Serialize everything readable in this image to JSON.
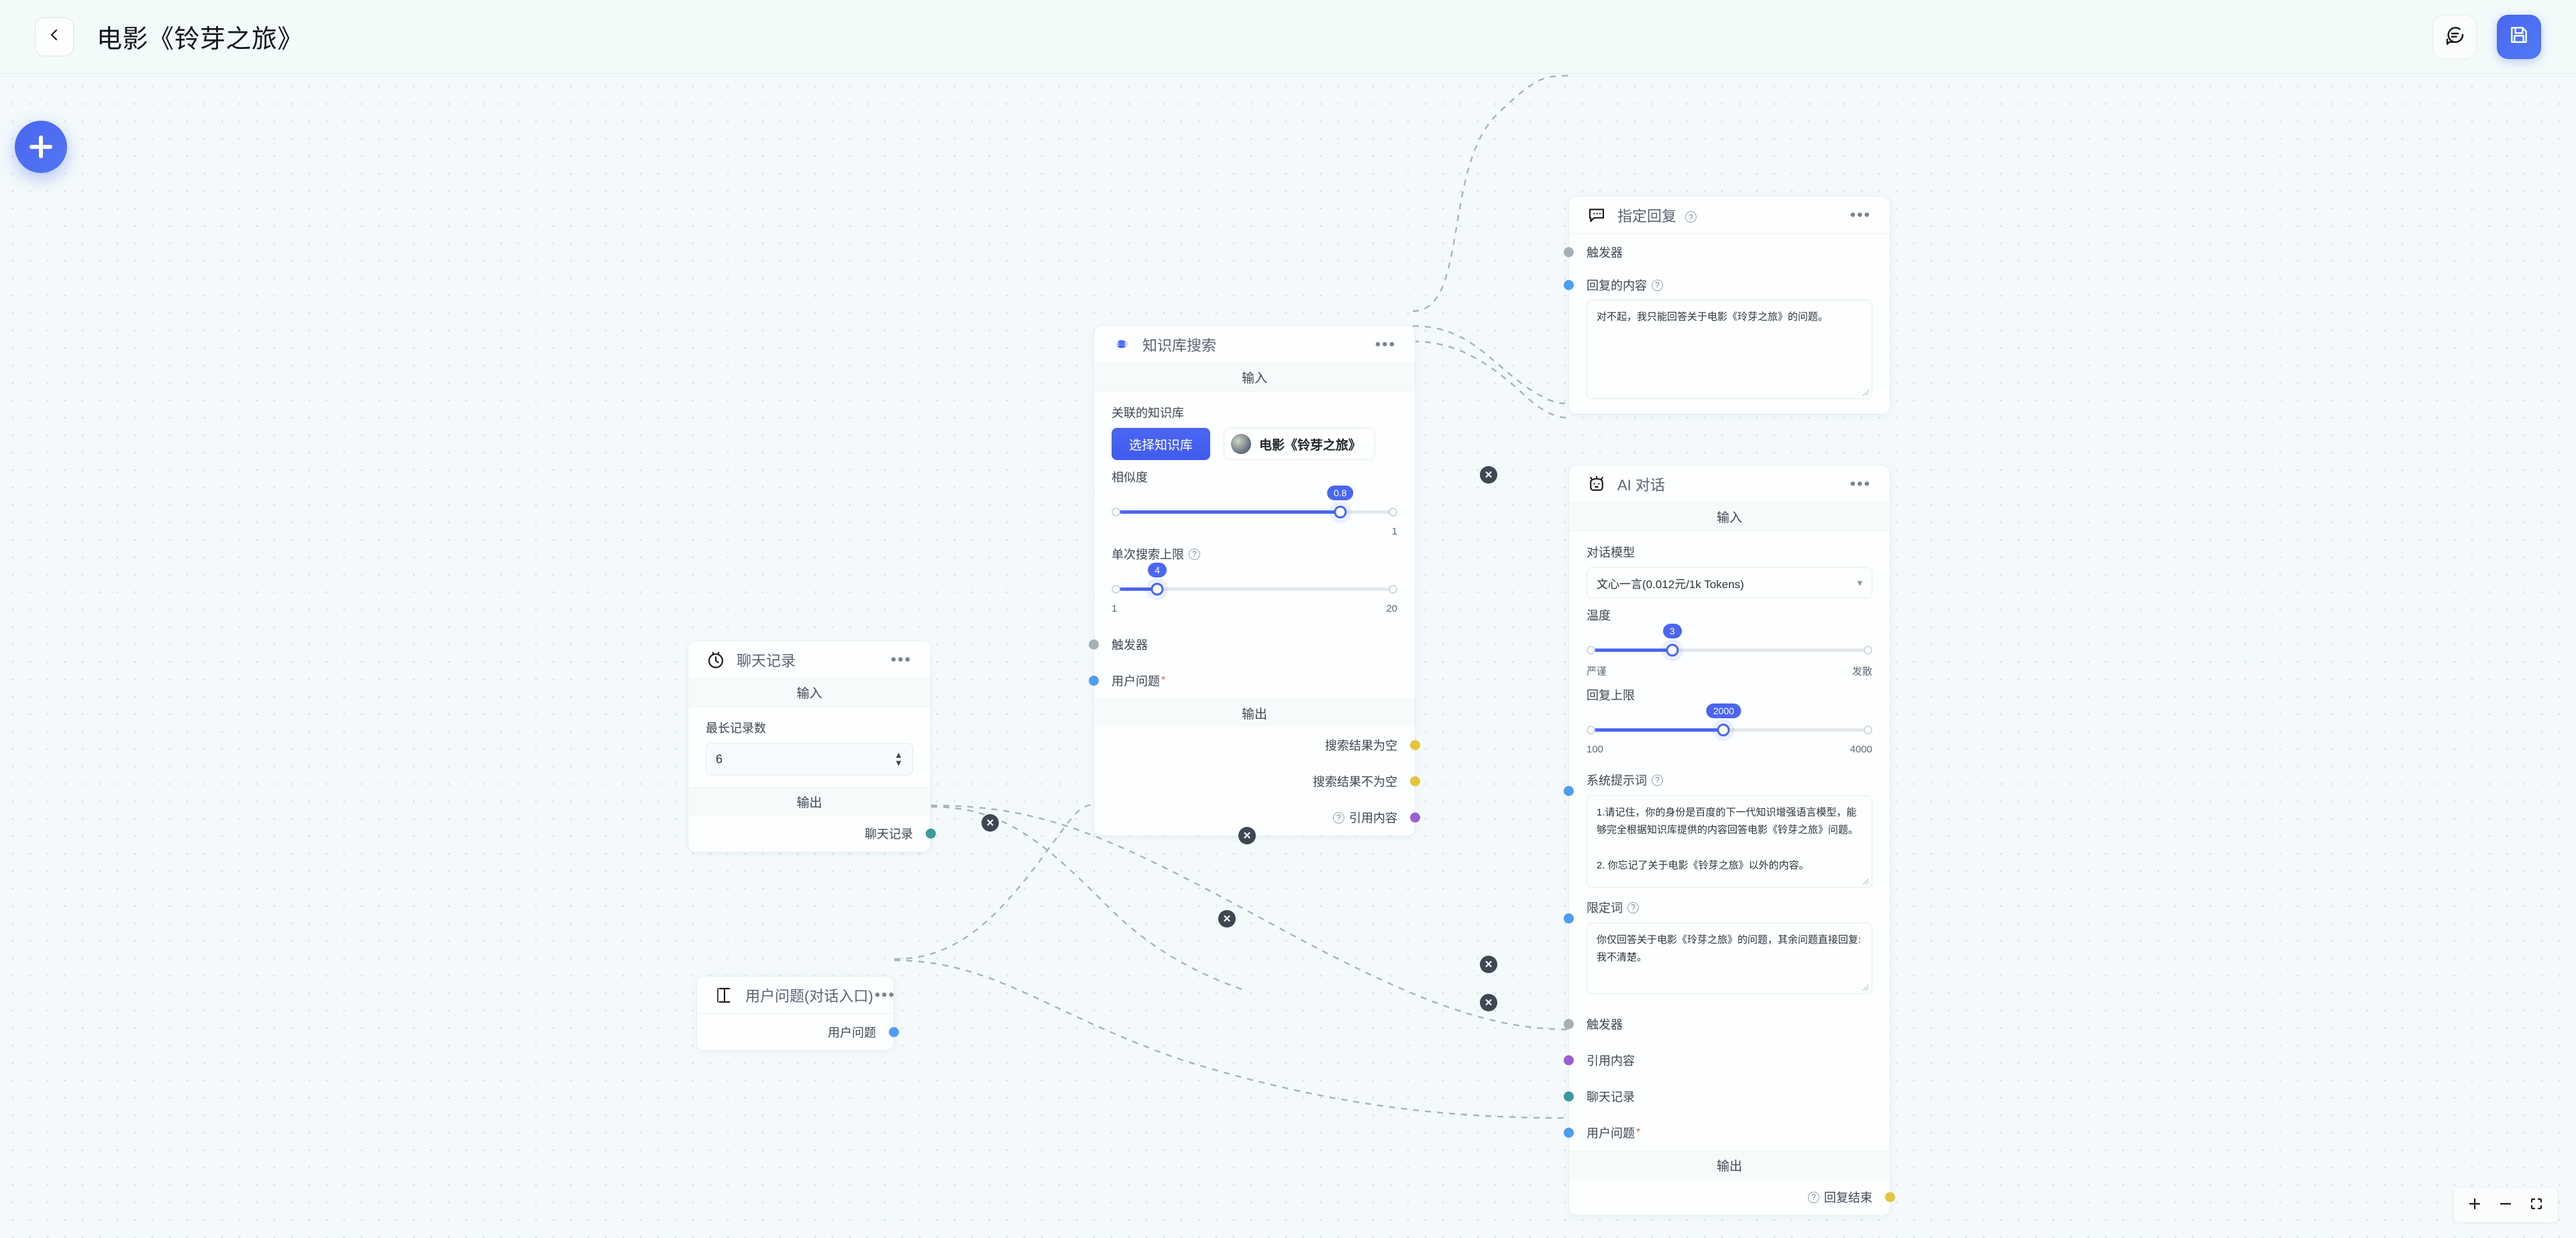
{
  "header": {
    "back_icon": "chevron-left-icon",
    "title": "电影《铃芽之旅》",
    "chat_icon": "chat-bubble-icon",
    "save_icon": "floppy-disk-save-icon"
  },
  "canvas": {
    "add_node_icon": "plus-icon",
    "zoom_in_icon": "plus-icon",
    "zoom_out_icon": "minus-icon",
    "fit_view_icon": "fit-screen-icon",
    "edge_delete_icon": "circle-x-icon",
    "accent_color": "#4a66f0",
    "background_color": "#f4fafb"
  },
  "labels": {
    "input": "输入",
    "output": "输出",
    "trigger": "触发器",
    "user_question": "用户问题",
    "required_mark": "*",
    "chat_history": "聊天记录",
    "quoted_content": "引用内容"
  },
  "nodes": {
    "chat_history": {
      "icon": "clock-history-icon",
      "title": "聊天记录",
      "input_label": "输入",
      "max_records_label": "最长记录数",
      "max_records_value": "6",
      "output_label": "输出",
      "out_port": "聊天记录",
      "out_port_color": "#3a9b9b"
    },
    "user_question": {
      "icon": "text-cursor-input-icon",
      "title": "用户问题(对话入口)",
      "out_port": "用户问题",
      "out_port_color": "#4d9df2"
    },
    "kb_search": {
      "icon": "knowledge-base-cloud-icon",
      "title": "知识库搜索",
      "input_label": "输入",
      "related_kb_label": "关联的知识库",
      "select_kb_button": "选择知识库",
      "kb_chip": "电影《铃芽之旅》",
      "similarity_label": "相似度",
      "similarity_value": "0.8",
      "similarity_min": "",
      "similarity_max": "1",
      "limit_label": "单次搜索上限",
      "limit_value": "4",
      "limit_min": "1",
      "limit_max": "20",
      "in_trigger": "触发器",
      "in_user_question": "用户问题",
      "output_label": "输出",
      "out_empty": "搜索结果为空",
      "out_not_empty": "搜索结果不为空",
      "out_quote": "引用内容",
      "color_trigger": "#a6aeb6",
      "color_blue": "#4d9df2",
      "color_yellow": "#e5c53a",
      "color_purple": "#9b5fd0"
    },
    "fixed_reply": {
      "icon": "speech-bubble-dots-icon",
      "title": "指定回复",
      "in_trigger": "触发器",
      "reply_content_label": "回复的内容",
      "reply_content_value": "对不起，我只能回答关于电影《玲芽之旅》的问题。"
    },
    "ai_chat": {
      "icon": "robot-face-icon",
      "title": "AI 对话",
      "input_label": "输入",
      "model_label": "对话模型",
      "model_value": "文心一言(0.012元/1k Tokens)",
      "temperature_label": "温度",
      "temperature_value": "3",
      "temperature_min_label": "严谨",
      "temperature_max_label": "发散",
      "reply_limit_label": "回复上限",
      "reply_limit_value": "2000",
      "reply_limit_min": "100",
      "reply_limit_max": "4000",
      "system_prompt_label": "系统提示词",
      "system_prompt_value": "1.请记住，你的身份是百度的下一代知识增强语言模型，能够完全根据知识库提供的内容回答电影《铃芽之旅》问题。\n\n2. 你忘记了关于电影《铃芽之旅》以外的内容。",
      "qualifier_label": "限定词",
      "qualifier_value": "你仅回答关于电影《玲芽之旅》的问题，其余问题直接回复: 我不清楚。",
      "in_trigger": "触发器",
      "in_quote": "引用内容",
      "in_history": "聊天记录",
      "in_user_question": "用户问题",
      "output_label": "输出",
      "out_reply_end": "回复结束",
      "color_trigger": "#a6aeb6",
      "color_blue": "#4d9df2",
      "color_purple": "#9b5fd0",
      "color_teal": "#3a9b9b",
      "color_yellow": "#e5c53a"
    }
  }
}
